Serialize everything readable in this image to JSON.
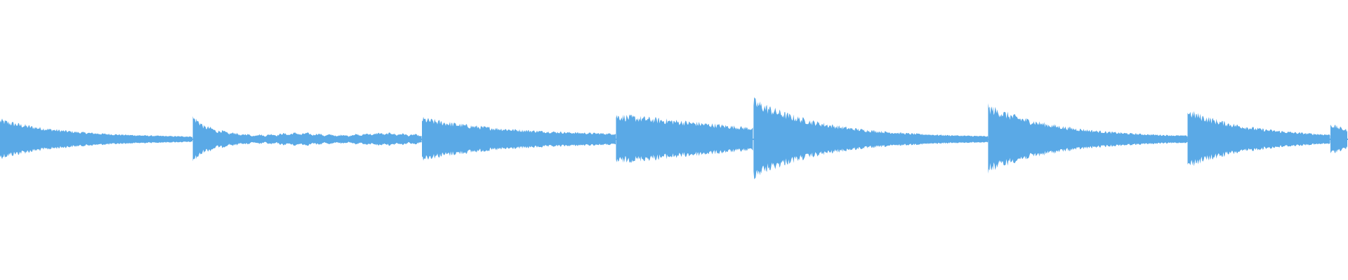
{
  "waveform": {
    "color": "#5aa9e6",
    "background": "#ffffff",
    "duration_fraction_segments": [
      {
        "start": 0.0,
        "end": 0.143,
        "peak": 0.13,
        "decay": 0.35,
        "floor": 0.012,
        "style": "fade"
      },
      {
        "start": 0.143,
        "end": 0.313,
        "peak": 0.15,
        "decay": 0.06,
        "floor": 0.025,
        "style": "wobble"
      },
      {
        "start": 0.313,
        "end": 0.457,
        "peak": 0.14,
        "decay": 0.45,
        "floor": 0.025,
        "style": "fade"
      },
      {
        "start": 0.457,
        "end": 0.559,
        "peak": 0.16,
        "decay": 1.5,
        "floor": 0.03,
        "style": "linear"
      },
      {
        "start": 0.559,
        "end": 0.733,
        "peak": 0.26,
        "decay": 0.3,
        "floor": 0.012,
        "style": "fade"
      },
      {
        "start": 0.733,
        "end": 0.881,
        "peak": 0.22,
        "decay": 0.35,
        "floor": 0.012,
        "style": "fade"
      },
      {
        "start": 0.881,
        "end": 0.987,
        "peak": 0.19,
        "decay": 0.45,
        "floor": 0.012,
        "style": "fade"
      },
      {
        "start": 0.987,
        "end": 1.0,
        "peak": 0.1,
        "decay": 1.0,
        "floor": 0.06,
        "style": "linear"
      }
    ]
  }
}
